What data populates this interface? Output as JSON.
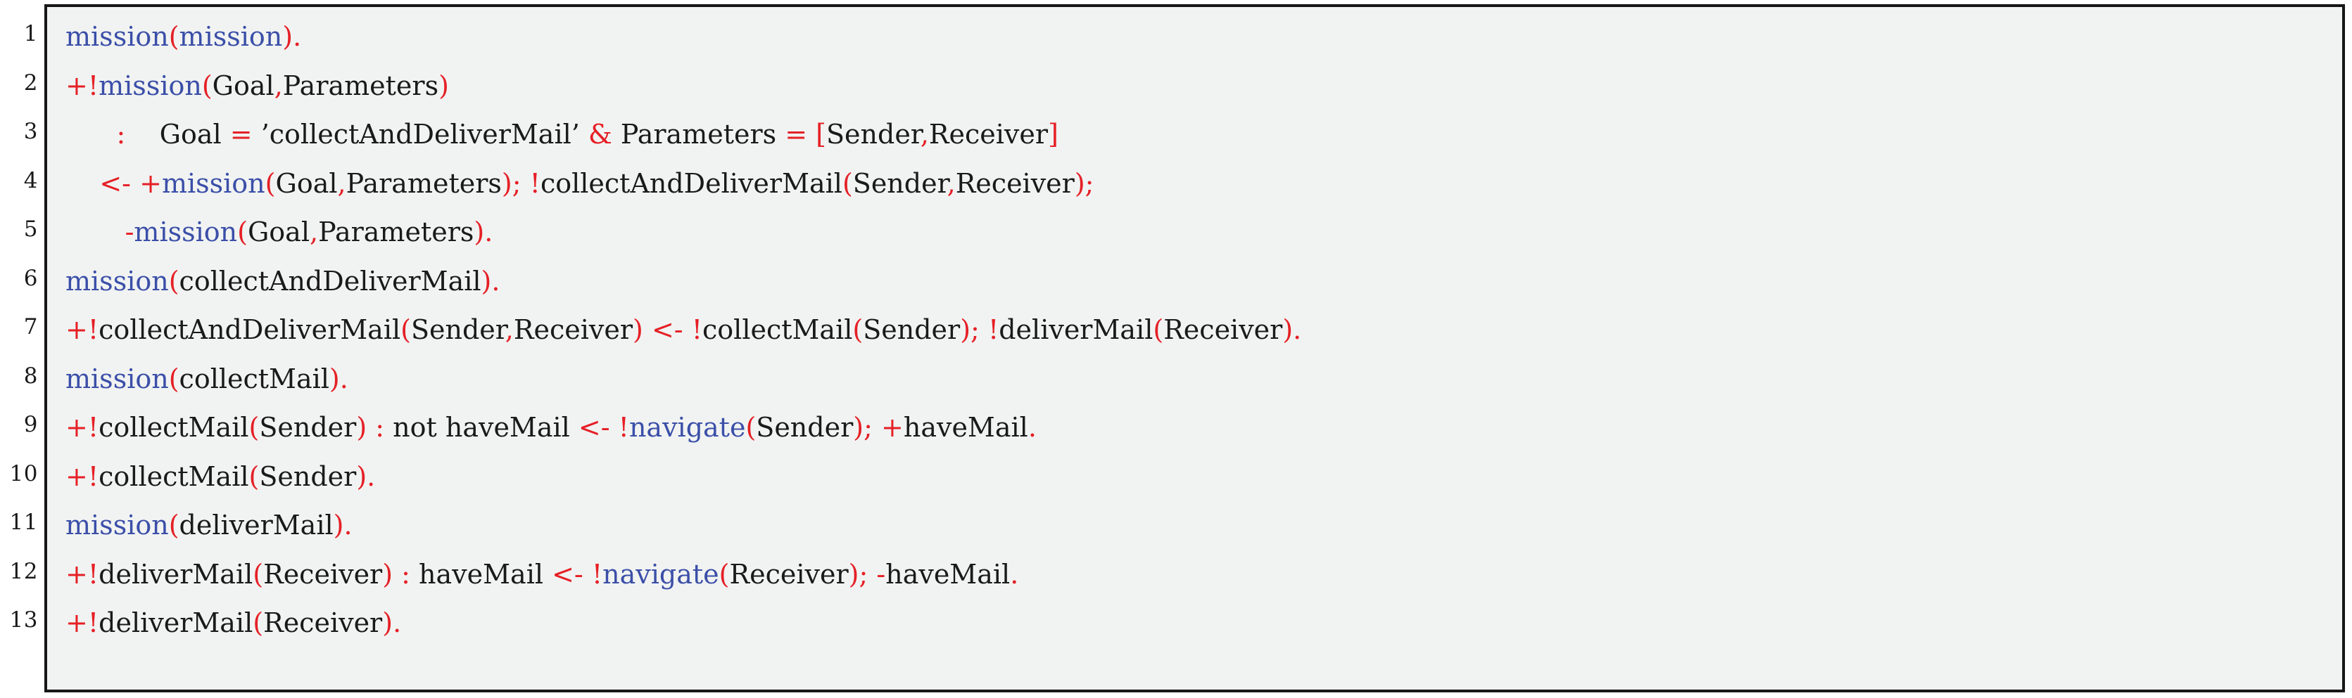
{
  "listing": {
    "title": "AgentSpeak mission plan listing",
    "frame_color": "#171717",
    "background_color": "#f1f3f2",
    "colors": {
      "keyword_blue": "#3b4fa8",
      "operator_red": "#e52026",
      "identifier_black": "#1a1a1a",
      "page_white": "#ffffff"
    },
    "line_numbers": [
      "1",
      "2",
      "3",
      "4",
      "5",
      "6",
      "7",
      "8",
      "9",
      "10",
      "11",
      "12",
      "13"
    ],
    "lines": [
      {
        "number": "1",
        "text": "mission(mission).",
        "tokens": [
          {
            "t": "mission",
            "c": "kw"
          },
          {
            "t": "(",
            "c": "op"
          },
          {
            "t": "mission",
            "c": "kw"
          },
          {
            "t": ")",
            "c": "op"
          },
          {
            "t": ".",
            "c": "op"
          }
        ]
      },
      {
        "number": "2",
        "text": "+!mission(Goal,Parameters)",
        "tokens": [
          {
            "t": "+!",
            "c": "op"
          },
          {
            "t": "mission",
            "c": "kw"
          },
          {
            "t": "(",
            "c": "op"
          },
          {
            "t": "Goal",
            "c": "id"
          },
          {
            "t": ",",
            "c": "op"
          },
          {
            "t": "Parameters",
            "c": "id"
          },
          {
            "t": ")",
            "c": "op"
          }
        ]
      },
      {
        "number": "3",
        "text": "    :   Goal = 'collectAndDeliverMail' & Parameters = [Sender,Receiver]",
        "tokens": [
          {
            "t": "      ",
            "c": "sp"
          },
          {
            "t": ":",
            "c": "op"
          },
          {
            "t": "    ",
            "c": "sp"
          },
          {
            "t": "Goal ",
            "c": "id"
          },
          {
            "t": "=",
            "c": "op"
          },
          {
            "t": " ",
            "c": "sp"
          },
          {
            "t": "’collectAndDeliverMail’",
            "c": "str"
          },
          {
            "t": " ",
            "c": "sp"
          },
          {
            "t": "&",
            "c": "op"
          },
          {
            "t": " Parameters ",
            "c": "id"
          },
          {
            "t": "=",
            "c": "op"
          },
          {
            "t": " ",
            "c": "sp"
          },
          {
            "t": "[",
            "c": "op"
          },
          {
            "t": "Sender",
            "c": "id"
          },
          {
            "t": ",",
            "c": "op"
          },
          {
            "t": "Receiver",
            "c": "id"
          },
          {
            "t": "]",
            "c": "op"
          }
        ]
      },
      {
        "number": "4",
        "text": "   <- +mission(Goal,Parameters); !collectAndDeliverMail(Sender,Receiver);",
        "tokens": [
          {
            "t": "    ",
            "c": "sp"
          },
          {
            "t": "<-",
            "c": "op"
          },
          {
            "t": " ",
            "c": "sp"
          },
          {
            "t": "+",
            "c": "op"
          },
          {
            "t": "mission",
            "c": "kw"
          },
          {
            "t": "(",
            "c": "op"
          },
          {
            "t": "Goal",
            "c": "id"
          },
          {
            "t": ",",
            "c": "op"
          },
          {
            "t": "Parameters",
            "c": "id"
          },
          {
            "t": ")",
            "c": "op"
          },
          {
            "t": ";",
            "c": "op"
          },
          {
            "t": " ",
            "c": "sp"
          },
          {
            "t": "!",
            "c": "op"
          },
          {
            "t": "collectAndDeliverMail",
            "c": "id"
          },
          {
            "t": "(",
            "c": "op"
          },
          {
            "t": "Sender",
            "c": "id"
          },
          {
            "t": ",",
            "c": "op"
          },
          {
            "t": "Receiver",
            "c": "id"
          },
          {
            "t": ")",
            "c": "op"
          },
          {
            "t": ";",
            "c": "op"
          }
        ]
      },
      {
        "number": "5",
        "text": "      -mission(Goal,Parameters).",
        "tokens": [
          {
            "t": "       ",
            "c": "sp"
          },
          {
            "t": "-",
            "c": "op"
          },
          {
            "t": "mission",
            "c": "kw"
          },
          {
            "t": "(",
            "c": "op"
          },
          {
            "t": "Goal",
            "c": "id"
          },
          {
            "t": ",",
            "c": "op"
          },
          {
            "t": "Parameters",
            "c": "id"
          },
          {
            "t": ")",
            "c": "op"
          },
          {
            "t": ".",
            "c": "op"
          }
        ]
      },
      {
        "number": "6",
        "text": "mission(collectAndDeliverMail).",
        "tokens": [
          {
            "t": "mission",
            "c": "kw"
          },
          {
            "t": "(",
            "c": "op"
          },
          {
            "t": "collectAndDeliverMail",
            "c": "id"
          },
          {
            "t": ")",
            "c": "op"
          },
          {
            "t": ".",
            "c": "op"
          }
        ]
      },
      {
        "number": "7",
        "text": "+!collectAndDeliverMail(Sender,Receiver) <- !collectMail(Sender); !deliverMail(Receiver).",
        "tokens": [
          {
            "t": "+!",
            "c": "op"
          },
          {
            "t": "collectAndDeliverMail",
            "c": "id"
          },
          {
            "t": "(",
            "c": "op"
          },
          {
            "t": "Sender",
            "c": "id"
          },
          {
            "t": ",",
            "c": "op"
          },
          {
            "t": "Receiver",
            "c": "id"
          },
          {
            "t": ")",
            "c": "op"
          },
          {
            "t": " ",
            "c": "sp"
          },
          {
            "t": "<-",
            "c": "op"
          },
          {
            "t": " ",
            "c": "sp"
          },
          {
            "t": "!",
            "c": "op"
          },
          {
            "t": "collectMail",
            "c": "id"
          },
          {
            "t": "(",
            "c": "op"
          },
          {
            "t": "Sender",
            "c": "id"
          },
          {
            "t": ")",
            "c": "op"
          },
          {
            "t": ";",
            "c": "op"
          },
          {
            "t": " ",
            "c": "sp"
          },
          {
            "t": "!",
            "c": "op"
          },
          {
            "t": "deliverMail",
            "c": "id"
          },
          {
            "t": "(",
            "c": "op"
          },
          {
            "t": "Receiver",
            "c": "id"
          },
          {
            "t": ")",
            "c": "op"
          },
          {
            "t": ".",
            "c": "op"
          }
        ]
      },
      {
        "number": "8",
        "text": "mission(collectMail).",
        "tokens": [
          {
            "t": "mission",
            "c": "kw"
          },
          {
            "t": "(",
            "c": "op"
          },
          {
            "t": "collectMail",
            "c": "id"
          },
          {
            "t": ")",
            "c": "op"
          },
          {
            "t": ".",
            "c": "op"
          }
        ]
      },
      {
        "number": "9",
        "text": "+!collectMail(Sender) : not haveMail <- !navigate(Sender); +haveMail.",
        "tokens": [
          {
            "t": "+!",
            "c": "op"
          },
          {
            "t": "collectMail",
            "c": "id"
          },
          {
            "t": "(",
            "c": "op"
          },
          {
            "t": "Sender",
            "c": "id"
          },
          {
            "t": ")",
            "c": "op"
          },
          {
            "t": " ",
            "c": "sp"
          },
          {
            "t": ":",
            "c": "op"
          },
          {
            "t": " not haveMail ",
            "c": "id"
          },
          {
            "t": "<-",
            "c": "op"
          },
          {
            "t": " ",
            "c": "sp"
          },
          {
            "t": "!",
            "c": "op"
          },
          {
            "t": "navigate",
            "c": "kw"
          },
          {
            "t": "(",
            "c": "op"
          },
          {
            "t": "Sender",
            "c": "id"
          },
          {
            "t": ")",
            "c": "op"
          },
          {
            "t": ";",
            "c": "op"
          },
          {
            "t": " ",
            "c": "sp"
          },
          {
            "t": "+",
            "c": "op"
          },
          {
            "t": "haveMail",
            "c": "id"
          },
          {
            "t": ".",
            "c": "op"
          }
        ]
      },
      {
        "number": "10",
        "text": "+!collectMail(Sender).",
        "tokens": [
          {
            "t": "+!",
            "c": "op"
          },
          {
            "t": "collectMail",
            "c": "id"
          },
          {
            "t": "(",
            "c": "op"
          },
          {
            "t": "Sender",
            "c": "id"
          },
          {
            "t": ")",
            "c": "op"
          },
          {
            "t": ".",
            "c": "op"
          }
        ]
      },
      {
        "number": "11",
        "text": "mission(deliverMail).",
        "tokens": [
          {
            "t": "mission",
            "c": "kw"
          },
          {
            "t": "(",
            "c": "op"
          },
          {
            "t": "deliverMail",
            "c": "id"
          },
          {
            "t": ")",
            "c": "op"
          },
          {
            "t": ".",
            "c": "op"
          }
        ]
      },
      {
        "number": "12",
        "text": "+!deliverMail(Receiver) : haveMail <- !navigate(Receiver); -haveMail.",
        "tokens": [
          {
            "t": "+!",
            "c": "op"
          },
          {
            "t": "deliverMail",
            "c": "id"
          },
          {
            "t": "(",
            "c": "op"
          },
          {
            "t": "Receiver",
            "c": "id"
          },
          {
            "t": ")",
            "c": "op"
          },
          {
            "t": " ",
            "c": "sp"
          },
          {
            "t": ":",
            "c": "op"
          },
          {
            "t": " haveMail ",
            "c": "id"
          },
          {
            "t": "<-",
            "c": "op"
          },
          {
            "t": " ",
            "c": "sp"
          },
          {
            "t": "!",
            "c": "op"
          },
          {
            "t": "navigate",
            "c": "kw"
          },
          {
            "t": "(",
            "c": "op"
          },
          {
            "t": "Receiver",
            "c": "id"
          },
          {
            "t": ")",
            "c": "op"
          },
          {
            "t": ";",
            "c": "op"
          },
          {
            "t": " ",
            "c": "sp"
          },
          {
            "t": "-",
            "c": "op"
          },
          {
            "t": "haveMail",
            "c": "id"
          },
          {
            "t": ".",
            "c": "op"
          }
        ]
      },
      {
        "number": "13",
        "text": "+!deliverMail(Receiver).",
        "tokens": [
          {
            "t": "+!",
            "c": "op"
          },
          {
            "t": "deliverMail",
            "c": "id"
          },
          {
            "t": "(",
            "c": "op"
          },
          {
            "t": "Receiver",
            "c": "id"
          },
          {
            "t": ")",
            "c": "op"
          },
          {
            "t": ".",
            "c": "op"
          }
        ]
      }
    ]
  }
}
